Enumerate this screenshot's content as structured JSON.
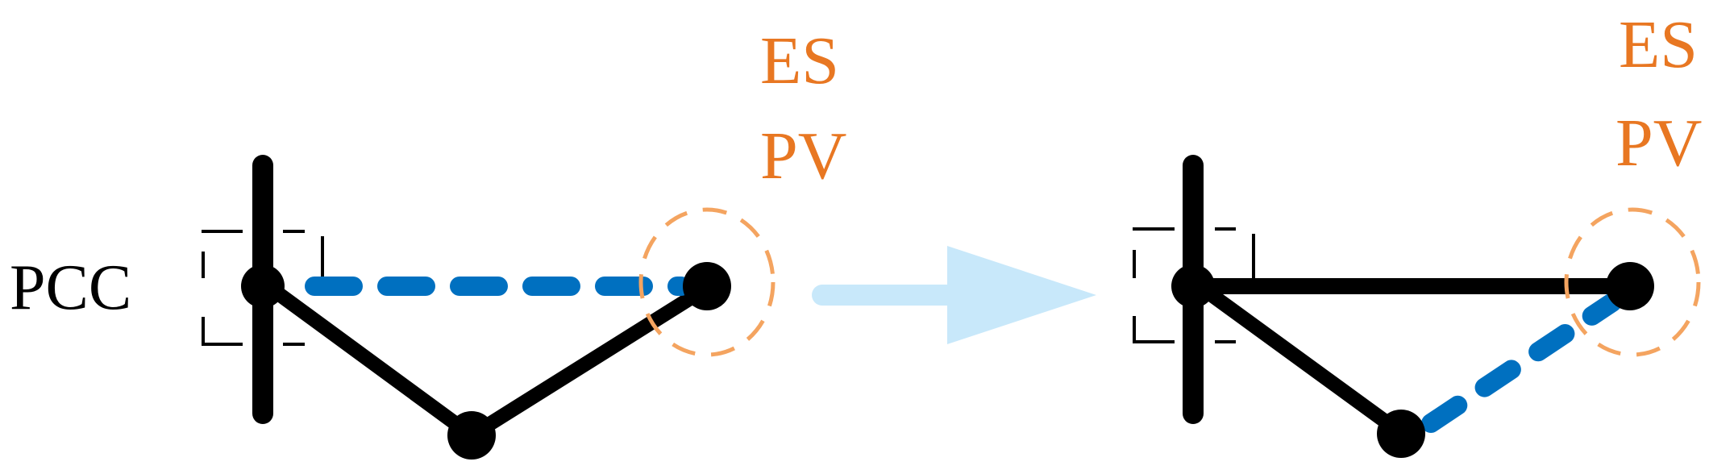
{
  "labels": {
    "pcc": "PCC",
    "es_left": "ES",
    "pv_left": "PV",
    "es_right": "ES",
    "pv_right": "PV"
  },
  "colors": {
    "line": "#000000",
    "dashed_link": "#0070C0",
    "source_ring": "#F4A460",
    "label_orange": "#E87722",
    "arrow": "#C8E8FA"
  }
}
